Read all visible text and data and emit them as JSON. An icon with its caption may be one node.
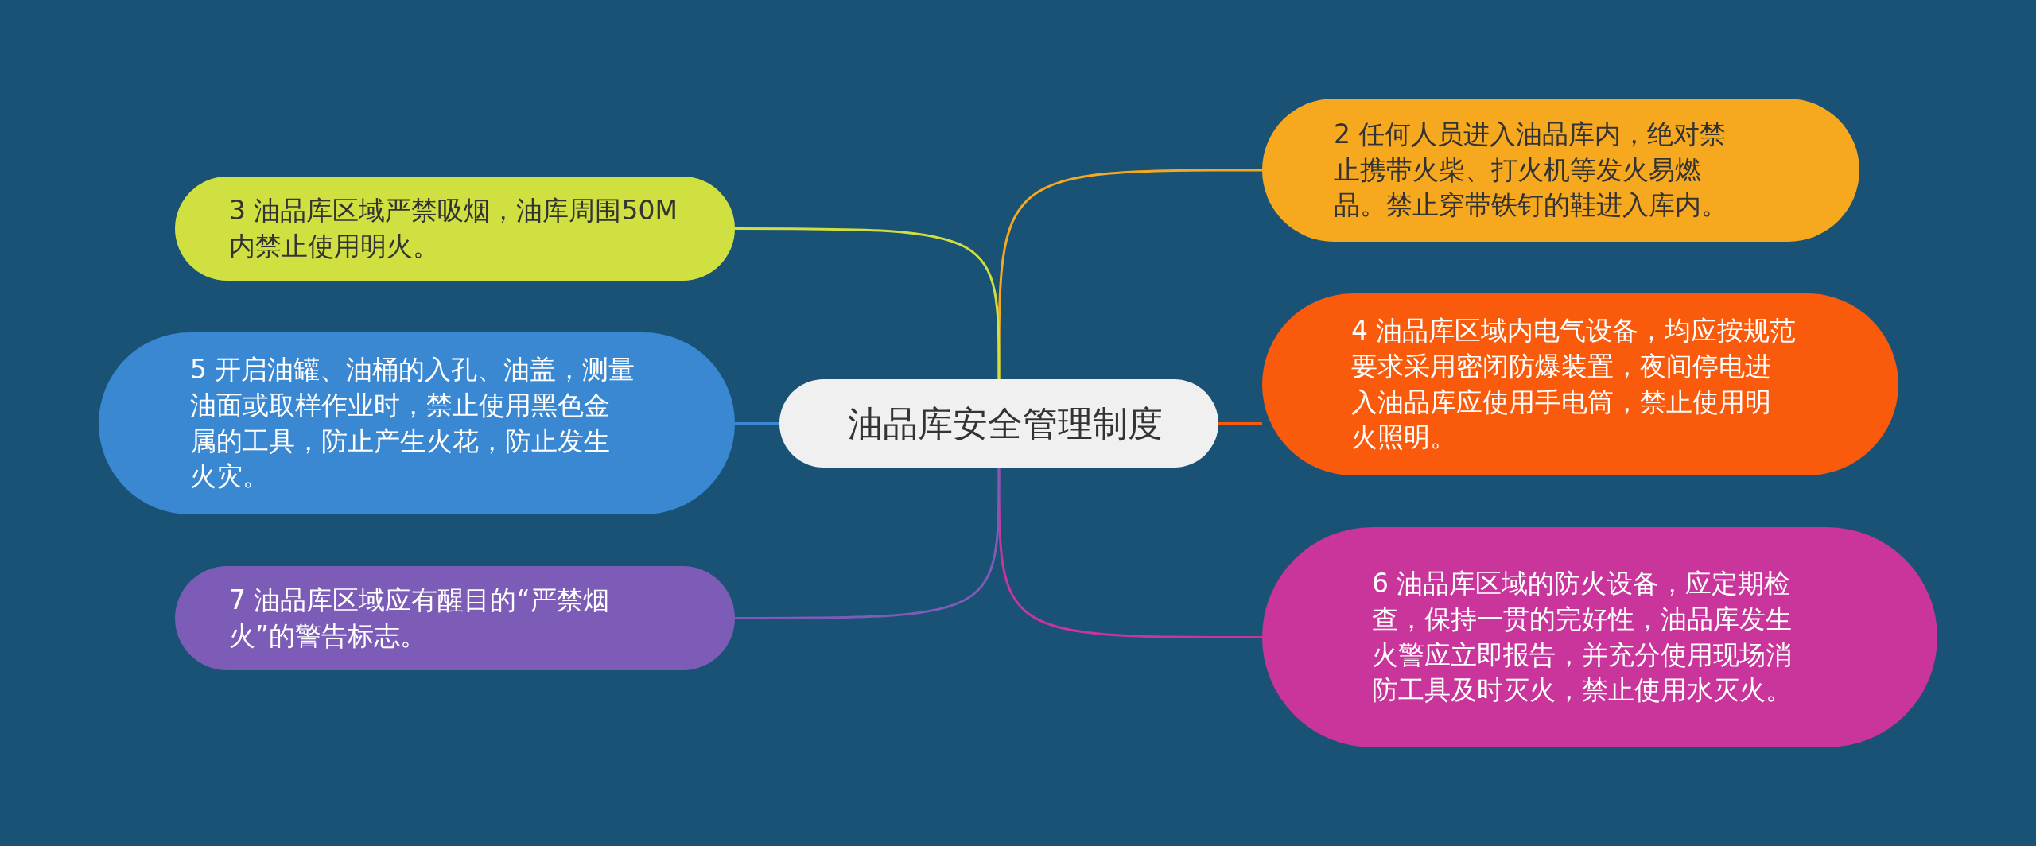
{
  "diagram": {
    "nodes": [
      {
        "text": [
          "油品库安全管理制度"
        ]
      },
      {
        "text": [
          "2 任何人员进入油品库内，绝对禁止携带火柴、打火机等发火易燃品。禁止穿带铁钉的鞋进入库内。"
        ]
      },
      {
        "text": [
          "3 油品库区域严禁吸烟，油库周围50M内禁止使用明火。"
        ]
      },
      {
        "text": [
          "4 油品库区域内电气设备，均应按规范要求采用密闭防爆装置，夜间停电进入油品库应使用手电筒，禁止使用明火照明。"
        ]
      },
      {
        "text": [
          "5 开启油罐、油桶的入孔、油盖，测量油面或取样作业时，禁止使用黑色金属的工具，防止产生火花，防止发生火灾。"
        ]
      },
      {
        "text": [
          "6 油品库区域的防火设备，应定期检查，保持一贯的完好性，油品库发生火警应立即报告，并充分使用现场消防工具及时灭火，禁止使用水灭火。"
        ]
      },
      {
        "text": [
          "7 油品库区域应有醒目的“严禁烟火”的警告标志。"
        ]
      }
    ],
    "edges": [
      {
        "from": 0,
        "to": 1,
        "arrow": "none",
        "color": "#f6a81f"
      },
      {
        "from": 0,
        "to": 2,
        "arrow": "none",
        "color": "#cfe040"
      },
      {
        "from": 0,
        "to": 3,
        "arrow": "none",
        "color": "#f95a0c"
      },
      {
        "from": 0,
        "to": 4,
        "arrow": "none",
        "color": "#3a88d2"
      },
      {
        "from": 0,
        "to": 5,
        "arrow": "none",
        "color": "#c9359a"
      },
      {
        "from": 0,
        "to": 6,
        "arrow": "none",
        "color": "#7c5cb6"
      }
    ]
  }
}
